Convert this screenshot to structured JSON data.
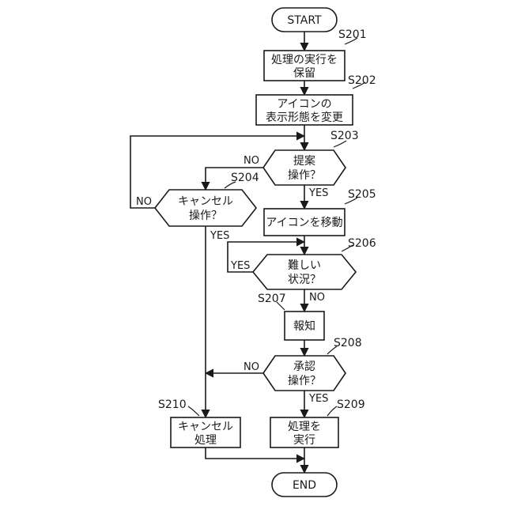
{
  "terminals": {
    "start": "START",
    "end": "END"
  },
  "steps": {
    "s201": {
      "id": "S201",
      "lines": [
        "処理の実行を",
        "保留"
      ]
    },
    "s202": {
      "id": "S202",
      "lines": [
        "アイコンの",
        "表示形態を変更"
      ]
    },
    "s203": {
      "id": "S203",
      "lines": [
        "提案",
        "操作？"
      ]
    },
    "s204": {
      "id": "S204",
      "lines": [
        "キャンセル",
        "操作？"
      ]
    },
    "s205": {
      "id": "S205",
      "lines": [
        "アイコンを移動"
      ]
    },
    "s206": {
      "id": "S206",
      "lines": [
        "難しい",
        "状況？"
      ]
    },
    "s207": {
      "id": "S207",
      "lines": [
        "報知"
      ]
    },
    "s208": {
      "id": "S208",
      "lines": [
        "承認",
        "操作？"
      ]
    },
    "s209": {
      "id": "S209",
      "lines": [
        "処理を",
        "実行"
      ]
    },
    "s210": {
      "id": "S210",
      "lines": [
        "キャンセル",
        "処理"
      ]
    }
  },
  "branches": {
    "s203_no": "NO",
    "s203_yes": "YES",
    "s204_no": "NO",
    "s204_yes": "YES",
    "s206_yes": "YES",
    "s206_no": "NO",
    "s208_no": "NO",
    "s208_yes": "YES"
  }
}
